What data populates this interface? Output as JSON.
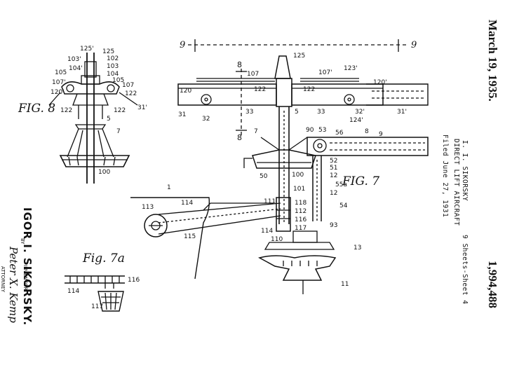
{
  "sheet": {
    "date": "March 19, 1935.",
    "patent_number": "1,994,488",
    "inventor_header": "I. I. SIKORSKY",
    "title": "DIRECT LIFT AIRCRAFT",
    "filed": "Filed June 27, 1931",
    "sheets": "9 Sheets-Sheet 4"
  },
  "signature_block": {
    "inventor_name": "IGOR I. SIKORSKY.",
    "by": "BY",
    "inventor_role": "INVENTOR",
    "attorney_role": "ATTORNEY",
    "signature": "Peter X. Kemp"
  },
  "figures": {
    "fig8": "FIG. 8",
    "fig7": "FIG. 7",
    "fig7a": "Fig. 7a"
  },
  "section_marks": {
    "nine_left": "9",
    "nine_right": "9",
    "eight_top": "8",
    "eight_bottom": "8"
  },
  "refs": {
    "r125p": "125'",
    "r125": "125",
    "r103p": "103'",
    "r102": "102",
    "r103": "103",
    "r104p": "104'",
    "r104": "104",
    "r105": "105",
    "r105b": "105",
    "r107p": "107'",
    "r107": "107",
    "r120p": "120'",
    "r122": "122",
    "r122b": "122",
    "r122c": "122",
    "r31p": "31'",
    "r5a": "5",
    "r7a": "7",
    "r100a": "100",
    "t125": "125",
    "t107": "107",
    "t107p": "107'",
    "t123p": "123'",
    "t120": "120",
    "t120p": "120'",
    "t122": "122",
    "t122b": "122",
    "t31": "31",
    "t32": "32",
    "t33": "33",
    "t5": "5",
    "t33b": "33",
    "t32p": "32'",
    "t124p": "124'",
    "t31p": "31'",
    "m7": "7",
    "m90": "90",
    "m53": "53",
    "m56": "56",
    "m8": "8",
    "m9": "9",
    "m50": "50",
    "m100": "100",
    "m52": "52",
    "m51": "51",
    "m12": "12",
    "m55a": "55a",
    "m12b": "12",
    "m101": "101",
    "m1": "1",
    "m113": "113",
    "m114": "114",
    "m111": "111",
    "m118": "118",
    "m112": "112",
    "m54": "54",
    "m115": "115",
    "m114b": "114",
    "m116": "116",
    "m117": "117",
    "m93": "93",
    "m110": "110",
    "m13": "13",
    "m11": "11",
    "a114": "114",
    "a116": "116",
    "a117": "117"
  }
}
